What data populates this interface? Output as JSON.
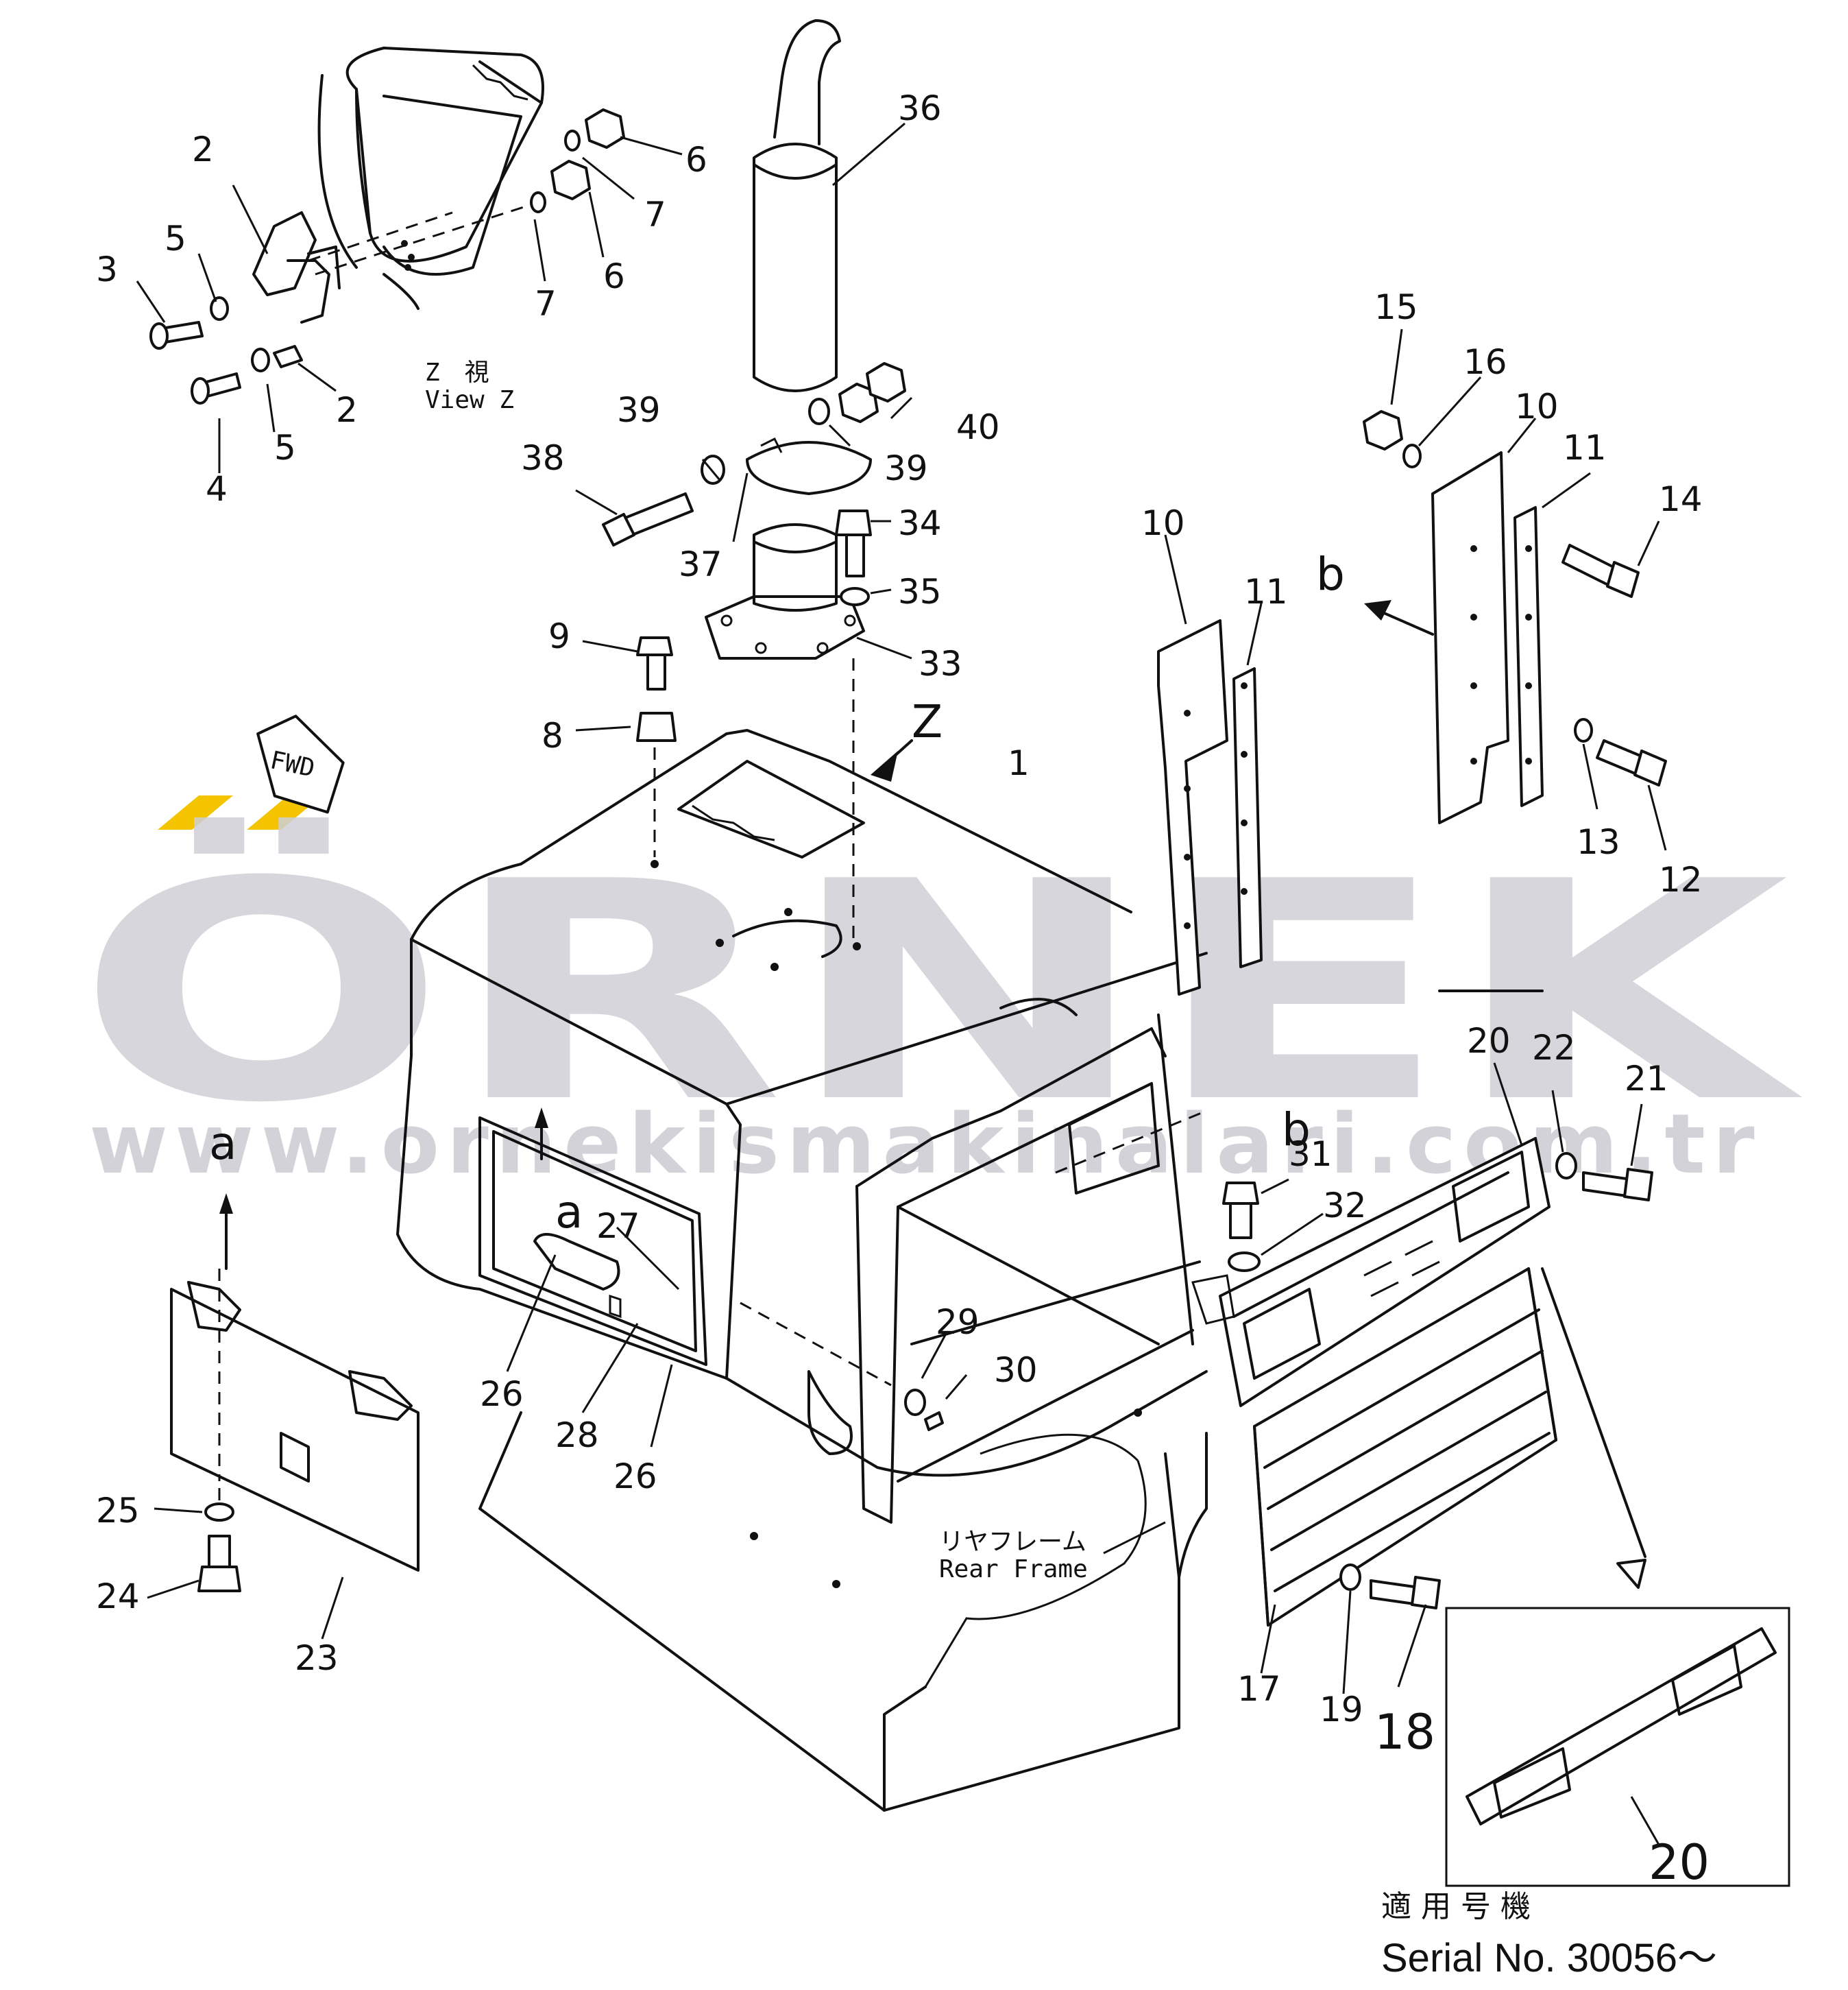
{
  "watermark": {
    "brand": "ÖRNEK",
    "url": "www.ornekismakinalari.com.tr",
    "accent_color": "#f5c400",
    "text_color": "#cfcfd6"
  },
  "notes": {
    "view_z_jp": "Z　視",
    "view_z": "View Z",
    "rear_frame_jp": "リヤフレーム",
    "rear_frame": "Rear Frame",
    "fwd": "FWD",
    "applicable_jp": "適 用 号 機",
    "serial": "Serial No. 30056～"
  },
  "letters": {
    "z": "Z",
    "a": "a",
    "b": "b"
  },
  "callouts": {
    "c1": "1",
    "c2": "2",
    "c3": "3",
    "c4": "4",
    "c5": "5",
    "c6": "6",
    "c7": "7",
    "c8": "8",
    "c9": "9",
    "c10": "10",
    "c11": "11",
    "c12": "12",
    "c13": "13",
    "c14": "14",
    "c15": "15",
    "c16": "16",
    "c17": "17",
    "c18": "18",
    "c19": "19",
    "c20": "20",
    "c21": "21",
    "c22": "22",
    "c23": "23",
    "c24": "24",
    "c25": "25",
    "c26": "26",
    "c27": "27",
    "c28": "28",
    "c29": "29",
    "c30": "30",
    "c31": "31",
    "c32": "32",
    "c33": "33",
    "c34": "34",
    "c35": "35",
    "c36": "36",
    "c37": "37",
    "c38": "38",
    "c39": "39",
    "c40": "40"
  }
}
